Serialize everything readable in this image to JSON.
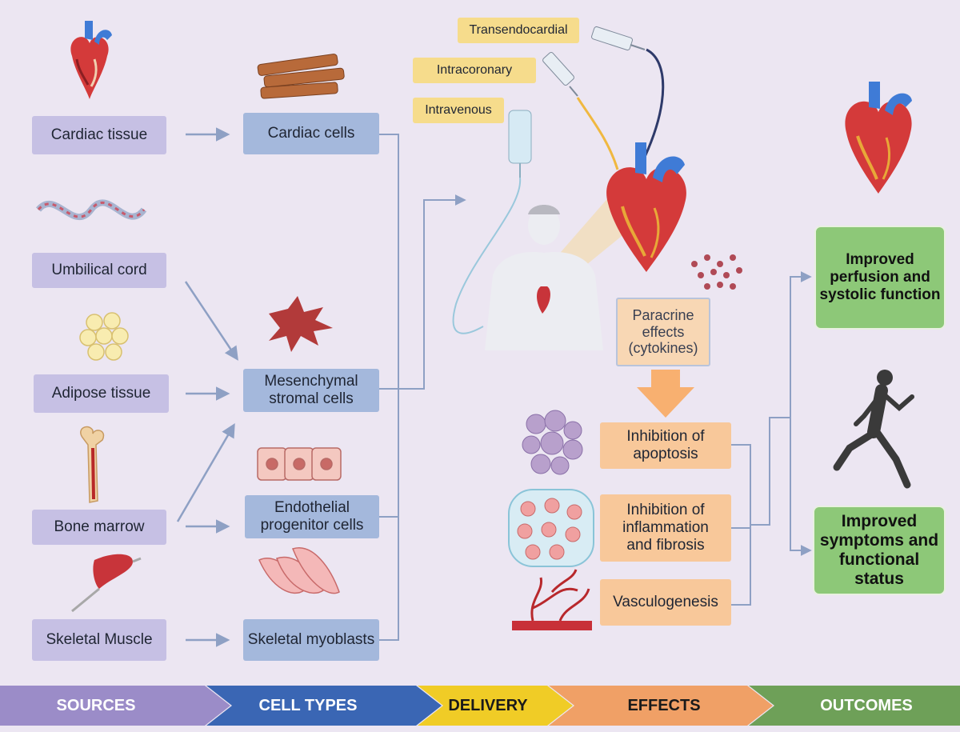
{
  "sources": {
    "cardiac_tissue": "Cardiac tissue",
    "umbilical_cord": "Umbilical cord",
    "adipose_tissue": "Adipose tissue",
    "bone_marrow": "Bone marrow",
    "skeletal_muscle": "Skeletal Muscle"
  },
  "cell_types": {
    "cardiac_cells": "Cardiac cells",
    "msc_line1": "Mesenchymal",
    "msc_line2": "stromal cells",
    "epc_line1": "Endothelial",
    "epc_line2": "progenitor cells",
    "myoblasts": "Skeletal myoblasts"
  },
  "delivery": {
    "transendocardial": "Transendocardial",
    "intracoronary": "Intracoronary",
    "intravenous": "Intravenous"
  },
  "paracrine": {
    "line1": "Paracrine",
    "line2": "effects",
    "line3": "(cytokines)"
  },
  "effects": {
    "apoptosis_line1": "Inhibition of",
    "apoptosis_line2": "apoptosis",
    "inflam_line1": "Inhibition of",
    "inflam_line2": "inflammation",
    "inflam_line3": "and fibrosis",
    "vasculogenesis": "Vasculogenesis"
  },
  "outcomes": {
    "perfusion_line1": "Improved",
    "perfusion_line2": "perfusion and",
    "perfusion_line3": "systolic function",
    "symptoms_line1": "Improved",
    "symptoms_line2": "symptoms and",
    "symptoms_line3": "functional",
    "symptoms_line4": "status"
  },
  "stages": [
    "SOURCES",
    "CELL TYPES",
    "DELIVERY",
    "EFFECTS",
    "OUTCOMES"
  ],
  "colors": {
    "source_box": "#c6c0e4",
    "cell_box": "#a4b8dc",
    "route_box": "#f6dc8c",
    "effect_box": "#f8c89a",
    "outcome_box": "#8dc878",
    "connector": "#8ea0c4",
    "paracrine_arrow": "#f8b070",
    "stage_sources": "#9b8cc8",
    "stage_cell_types": "#3a66b4",
    "stage_delivery": "#f0cc26",
    "stage_effects": "#f0a066",
    "stage_outcomes": "#6ea058"
  },
  "icons": [
    "heart-icon",
    "muscle-fiber-icon",
    "cord-icon",
    "fat-cells-icon",
    "bone-icon",
    "skeletal-muscle-icon",
    "msc-cell-icon",
    "endothelial-cells-icon",
    "myoblast-cells-icon",
    "iv-bag-icon",
    "syringe-icon",
    "patient-icon",
    "cytokine-dots-icon",
    "apoptotic-cells-icon",
    "tissue-icon",
    "vessel-icon",
    "runner-icon"
  ]
}
